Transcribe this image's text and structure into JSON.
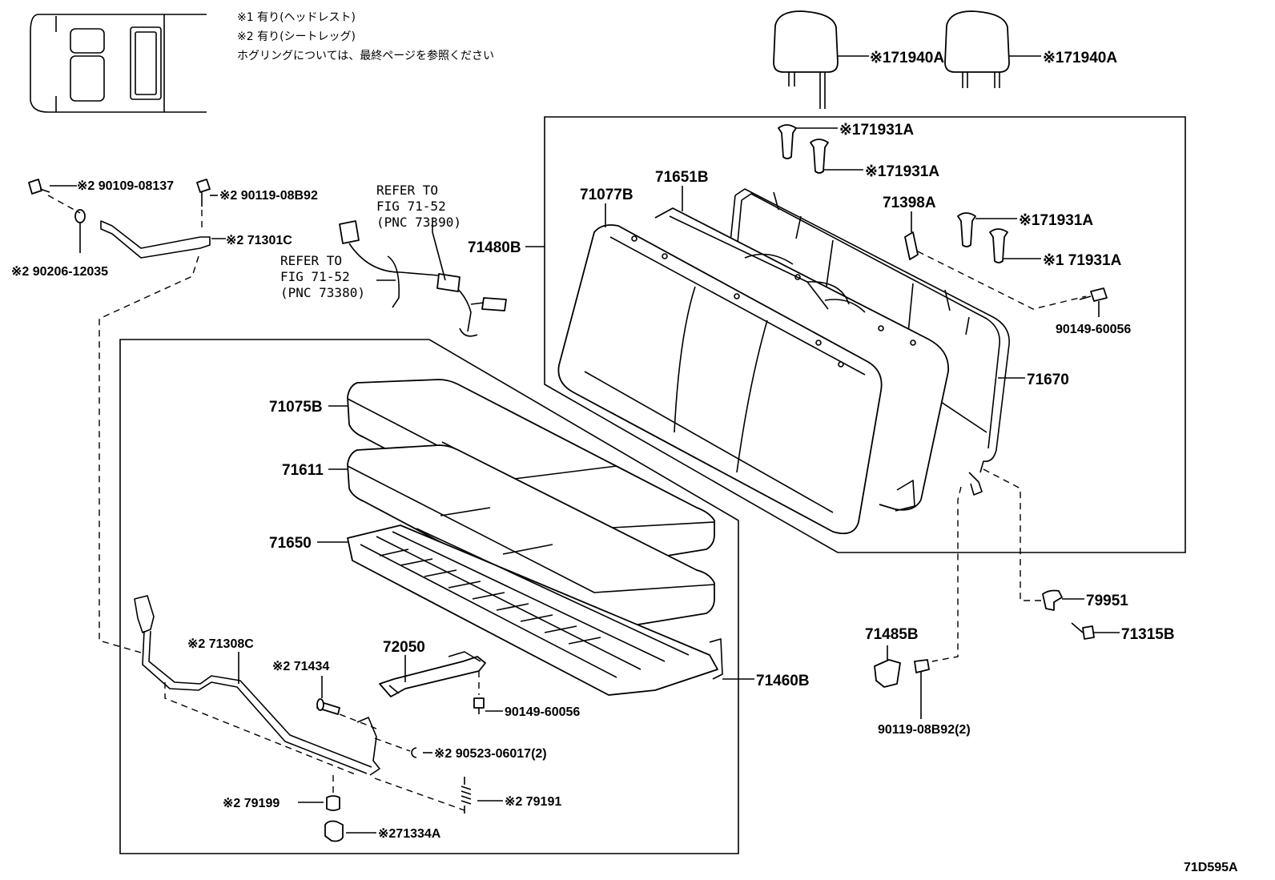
{
  "notes": {
    "note1": "※1  有り(ヘッドレスト)",
    "note2": "※2  有り(シートレッグ)",
    "note3": "ホグリングについては、最終ページを参照ください"
  },
  "refs": {
    "ref_73390": [
      "REFER TO",
      "FIG 71-52",
      "(PNC 73390)"
    ],
    "ref_73380": [
      "REFER TO",
      "FIG 71-52",
      "(PNC 73380)"
    ]
  },
  "labels": {
    "p71940A_1": "※171940A",
    "p71940A_2": "※171940A",
    "p71931A_1": "※171931A",
    "p71931A_2": "※171931A",
    "p71931A_3": "※171931A",
    "p71931A_4": "※1 71931A",
    "p71651B": "71651B",
    "p71077B": "71077B",
    "p71398A": "71398A",
    "p71480B": "71480B",
    "p90149_60056_top": "90149-60056",
    "p71670": "71670",
    "p90109_08137": "※2 90109-08137",
    "p90119_08B92_top": "※2 90119-08B92",
    "p71301C": "※2 71301C",
    "p90206_12035": "※2 90206-12035",
    "p71075B": "71075B",
    "p71611": "71611",
    "p71650": "71650",
    "p71308C": "※2 71308C",
    "p72050": "72050",
    "p71434": "※2 71434",
    "p90149_60056_bot": "90149-60056",
    "p71460B": "71460B",
    "p90523_06017": "※2 90523-06017(2)",
    "p79199": "※2 79199",
    "p79191": "※2 79191",
    "p71334A": "※271334A",
    "p79951": "79951",
    "p71315B": "71315B",
    "p71485B": "71485B",
    "p90119_08B92_bot": "90119-08B92(2)",
    "figure_code": "71D595A"
  }
}
